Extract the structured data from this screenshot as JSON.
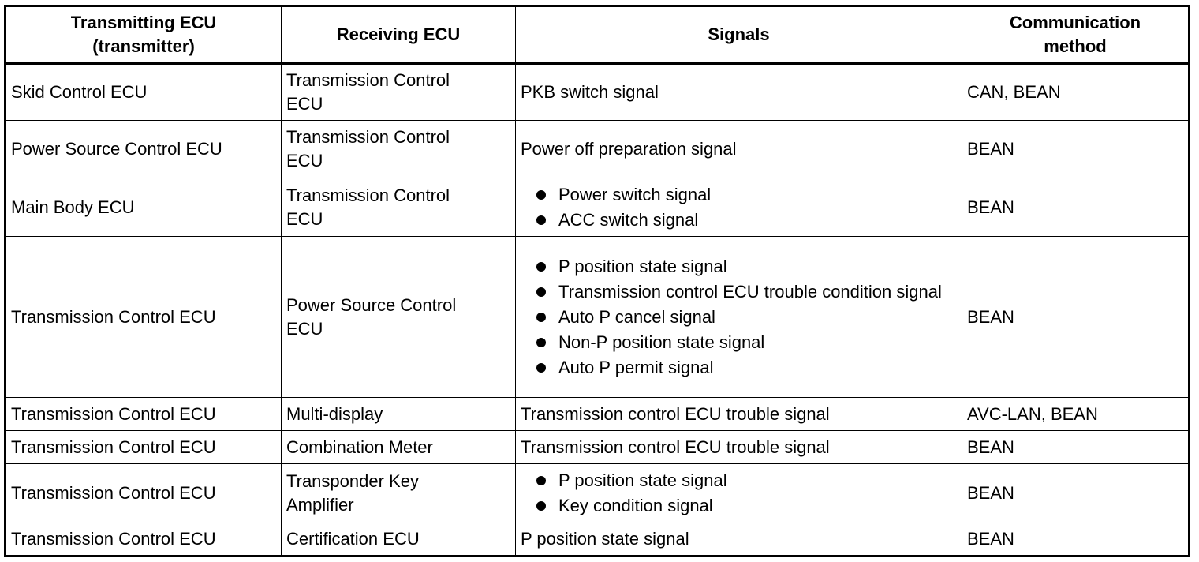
{
  "headers": {
    "transmitting_line1": "Transmitting ECU",
    "transmitting_line2": "(transmitter)",
    "receiving": "Receiving ECU",
    "signals": "Signals",
    "method_line1": "Communication",
    "method_line2": "method"
  },
  "rows": [
    {
      "transmitting": "Skid Control ECU",
      "receiving_line1": "Transmission Control",
      "receiving_line2": "ECU",
      "signal": "PKB switch signal",
      "method": "CAN, BEAN"
    },
    {
      "transmitting": "Power Source Control ECU",
      "receiving_line1": "Transmission Control",
      "receiving_line2": "ECU",
      "signal": "Power off preparation signal",
      "method": "BEAN"
    },
    {
      "transmitting": "Main Body ECU",
      "receiving_line1": "Transmission Control",
      "receiving_line2": "ECU",
      "signals": [
        "Power switch signal",
        "ACC switch signal"
      ],
      "method": "BEAN"
    },
    {
      "transmitting": "Transmission Control ECU",
      "receiving_line1": "Power Source Control",
      "receiving_line2": "ECU",
      "signals": [
        "P position state signal",
        "Transmission control ECU trouble condition signal",
        "Auto P cancel signal",
        "Non-P position state signal",
        "Auto P permit signal"
      ],
      "method": "BEAN"
    },
    {
      "transmitting": "Transmission Control ECU",
      "receiving": "Multi-display",
      "signal": "Transmission control ECU trouble signal",
      "method": "AVC-LAN, BEAN"
    },
    {
      "transmitting": "Transmission Control ECU",
      "receiving": "Combination Meter",
      "signal": "Transmission control ECU trouble signal",
      "method": "BEAN"
    },
    {
      "transmitting": "Transmission Control ECU",
      "receiving_line1": "Transponder Key",
      "receiving_line2": "Amplifier",
      "signals": [
        "P position state signal",
        "Key condition signal"
      ],
      "method": "BEAN"
    },
    {
      "transmitting": "Transmission Control ECU",
      "receiving": "Certification ECU",
      "signal": "P position state signal",
      "method": "BEAN"
    }
  ]
}
